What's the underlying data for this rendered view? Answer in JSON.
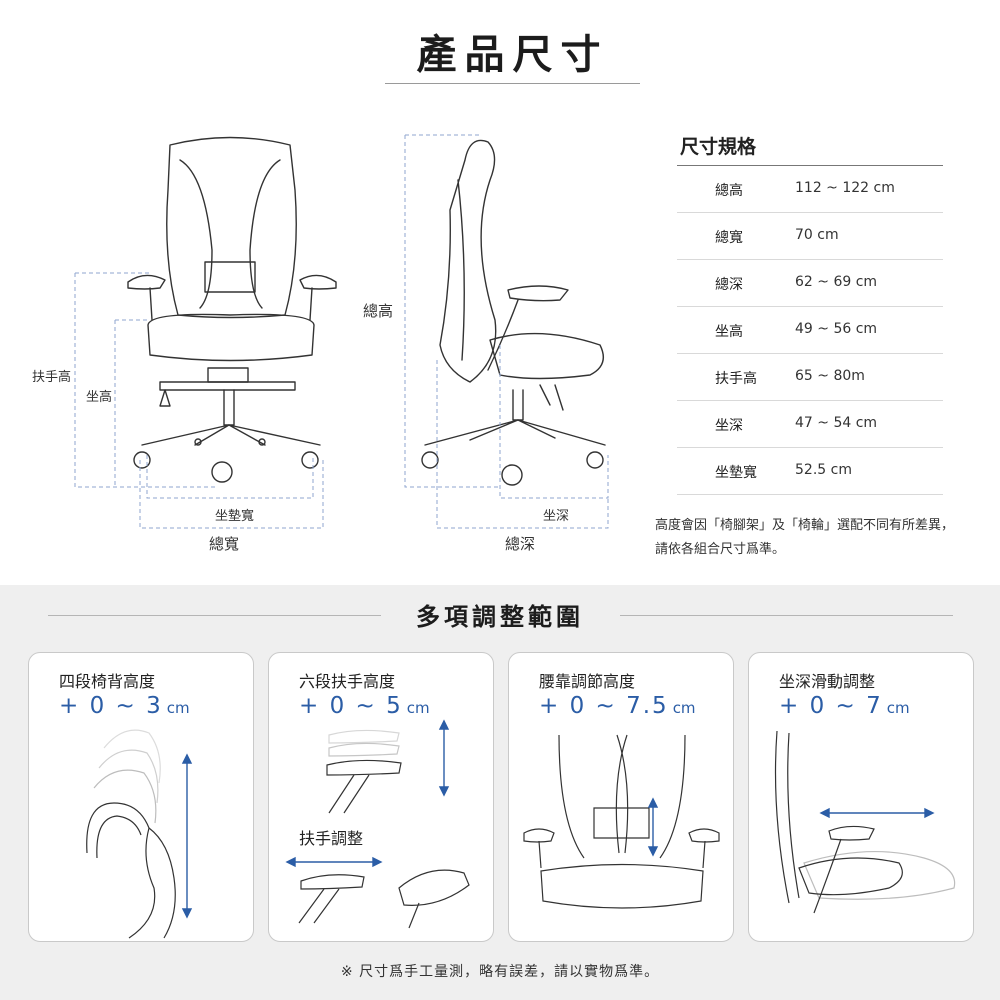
{
  "title": "產品尺寸",
  "drawing_labels": {
    "armrest_height": "扶手高",
    "seat_height": "坐高",
    "seat_width": "坐墊寬",
    "total_width": "總寬",
    "total_height": "總高",
    "seat_depth": "坐深",
    "total_depth": "總深"
  },
  "specs": {
    "heading": "尺寸規格",
    "rows": [
      {
        "label": "總高",
        "value": "112 ~ 122 cm"
      },
      {
        "label": "總寬",
        "value": "70 cm"
      },
      {
        "label": "總深",
        "value": "62 ~ 69 cm"
      },
      {
        "label": "坐高",
        "value": "49 ~ 56 cm"
      },
      {
        "label": "扶手高",
        "value": "65 ~ 80m"
      },
      {
        "label": "坐深",
        "value": "47 ~ 54 cm"
      },
      {
        "label": "坐墊寬",
        "value": "52.5 cm"
      }
    ],
    "note_line1": "高度會因「椅腳架」及「椅輪」選配不同有所差異，",
    "note_line2": "請依各組合尺寸爲準。"
  },
  "adjust": {
    "title": "多項調整範圍",
    "cards": [
      {
        "title": "四段椅背高度",
        "value": "+ 0 ~ 3",
        "unit": "cm"
      },
      {
        "title": "六段扶手高度",
        "value": "+ 0 ~ 5",
        "unit": "cm",
        "sub": "扶手調整"
      },
      {
        "title": "腰靠調節高度",
        "value": "+ 0 ~ 7.5",
        "unit": "cm"
      },
      {
        "title": "坐深滑動調整",
        "value": "+ 0 ~ 7",
        "unit": "cm"
      }
    ]
  },
  "footer": "※ 尺寸爲手工量測，略有誤差，請以實物爲準。",
  "colors": {
    "accent": "#2b5da6",
    "dim_line": "#8fa6cf",
    "outline": "#333333"
  }
}
